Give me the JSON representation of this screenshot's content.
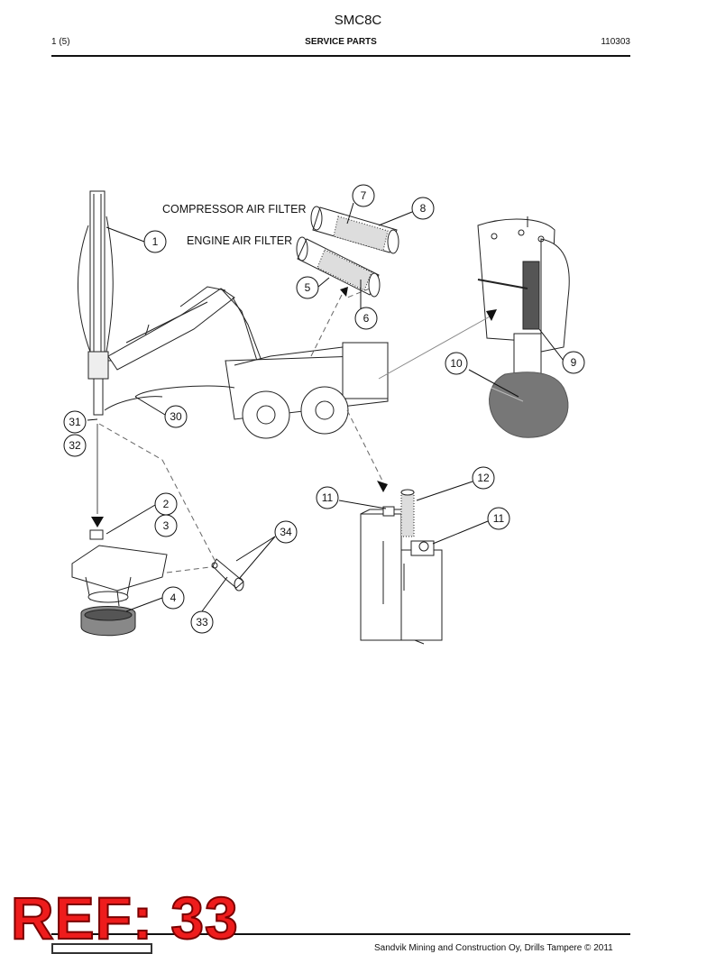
{
  "header": {
    "model": "SMC8C",
    "page": "1 (5)",
    "section": "SERVICE PARTS",
    "date_code": "110303"
  },
  "diagram": {
    "labels": {
      "compressor_air_filter": "COMPRESSOR AIR FILTER",
      "engine_air_filter": "ENGINE AIR FILTER"
    },
    "callouts": [
      "1",
      "2",
      "3",
      "4",
      "5",
      "6",
      "7",
      "8",
      "9",
      "10",
      "11",
      "11",
      "12",
      "30",
      "31",
      "32",
      "33",
      "34"
    ]
  },
  "footer": {
    "copyright": "Sandvik Mining and Construction Oy, Drills Tampere © 2011"
  },
  "stamp": {
    "text": "REF: 33",
    "color": "#ee1c1c"
  }
}
